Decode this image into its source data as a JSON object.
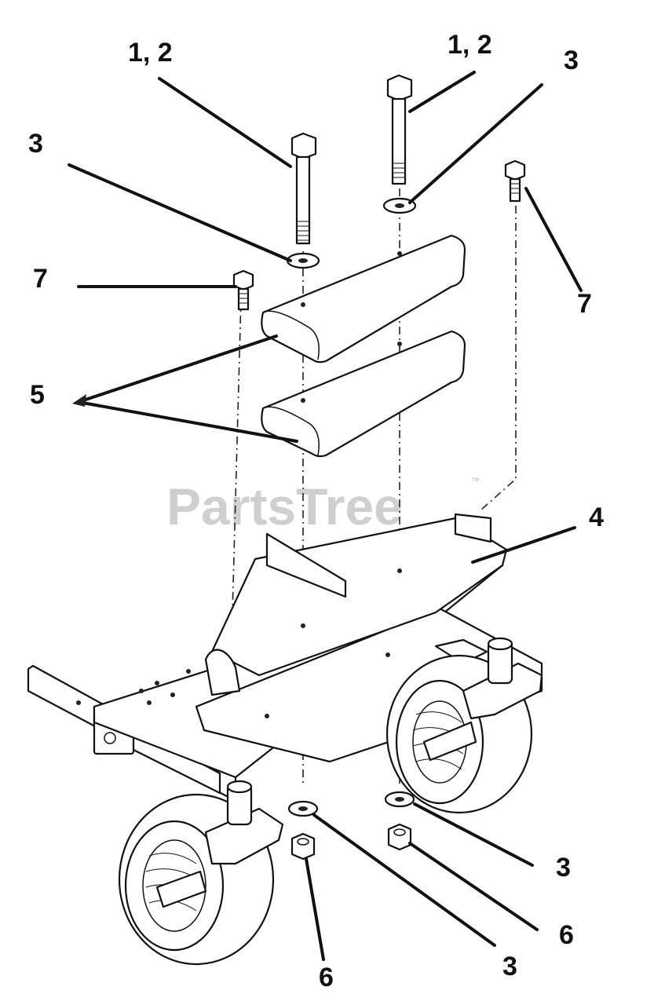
{
  "watermark": {
    "text": "PartsTree",
    "trademark": "™"
  },
  "callouts": {
    "bolt_left": "1, 2",
    "bolt_right": "1, 2",
    "washer_top_left": "3",
    "washer_top_right": "3",
    "screw_left": "7",
    "screw_right": "7",
    "spacer_pads": "5",
    "frame": "4",
    "washer_bottom_right": "3",
    "nut_bottom_right": "6",
    "washer_bottom_center": "3",
    "nut_bottom_left": "6"
  }
}
